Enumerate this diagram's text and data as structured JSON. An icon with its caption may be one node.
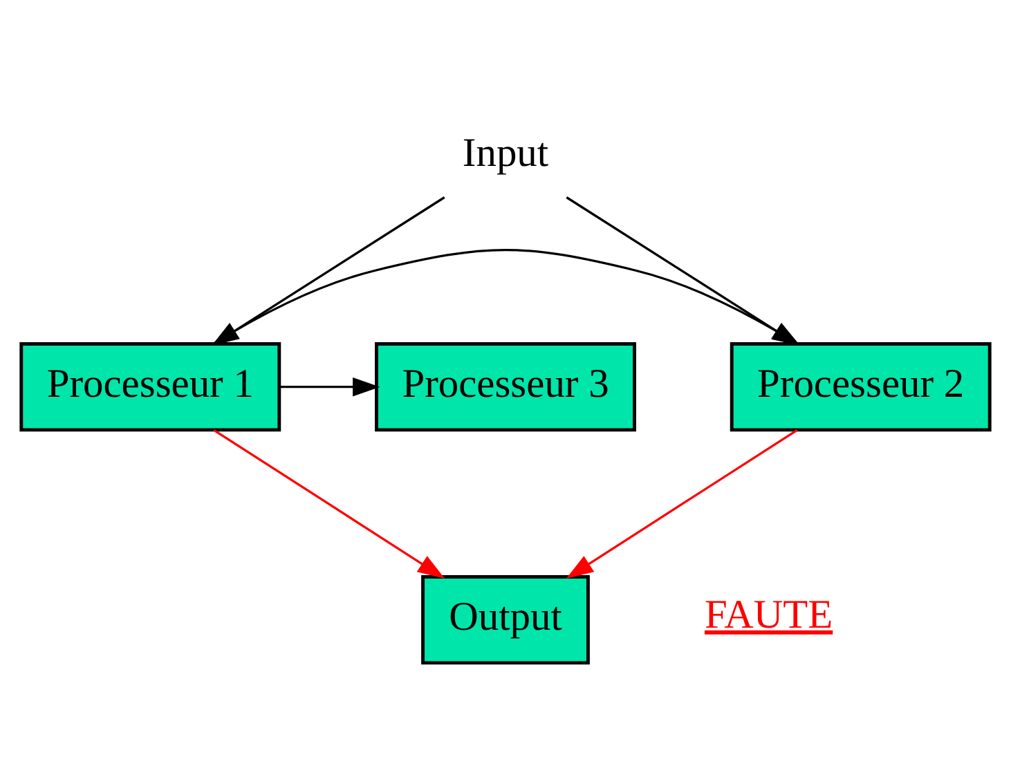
{
  "diagram": {
    "nodes": [
      {
        "text": [
          "Input"
        ]
      },
      {
        "text": [
          "Processeur 1"
        ]
      },
      {
        "text": [
          "Processeur 2"
        ]
      },
      {
        "text": [
          "Processeur 3"
        ]
      },
      {
        "text": [
          "Output"
        ]
      }
    ],
    "edges": [
      {
        "from": 0,
        "to": 1,
        "arrow": "to"
      },
      {
        "from": 0,
        "to": 2,
        "arrow": "to"
      },
      {
        "from": 1,
        "to": 2,
        "arrow": "to"
      },
      {
        "from": 1,
        "to": 3,
        "arrow": "to"
      },
      {
        "from": 1,
        "to": 4,
        "arrow": "to",
        "color": "#ff0000"
      },
      {
        "from": 2,
        "to": 4,
        "arrow": "to",
        "color": "#ff0000"
      }
    ],
    "labels": [
      "FAUTE"
    ]
  }
}
